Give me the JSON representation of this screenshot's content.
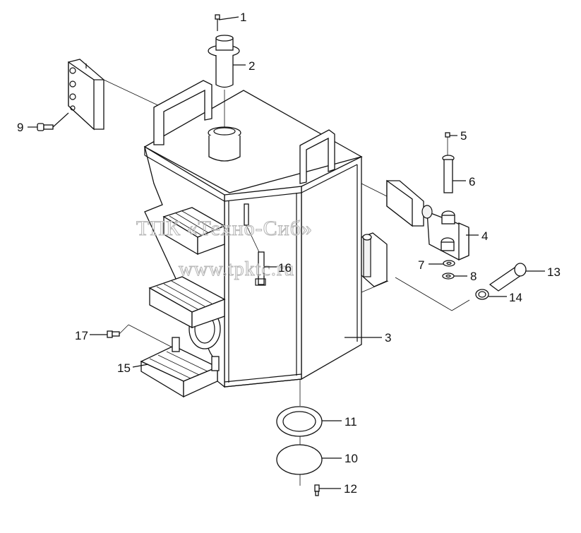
{
  "watermark": {
    "line1": "ТПК «Техно-Сиб»",
    "line2": "www.tpktc.ru"
  },
  "callouts": [
    {
      "id": "c1",
      "number": "1",
      "part": "bolt"
    },
    {
      "id": "c2",
      "number": "2",
      "part": "filler-neck-strainer"
    },
    {
      "id": "c3",
      "number": "3",
      "part": "fuel-tank-body"
    },
    {
      "id": "c4",
      "number": "4",
      "part": "hinge-leaf"
    },
    {
      "id": "c5",
      "number": "5",
      "part": "bolt"
    },
    {
      "id": "c6",
      "number": "6",
      "part": "hinge-pin"
    },
    {
      "id": "c7",
      "number": "7",
      "part": "washer"
    },
    {
      "id": "c8",
      "number": "8",
      "part": "washer"
    },
    {
      "id": "c9",
      "number": "9",
      "part": "bolt"
    },
    {
      "id": "c10",
      "number": "10",
      "part": "cover-plate"
    },
    {
      "id": "c11",
      "number": "11",
      "part": "gasket"
    },
    {
      "id": "c12",
      "number": "12",
      "part": "bolt"
    },
    {
      "id": "c13",
      "number": "13",
      "part": "pin"
    },
    {
      "id": "c14",
      "number": "14",
      "part": "o-ring"
    },
    {
      "id": "c15",
      "number": "15",
      "part": "step-ladder"
    },
    {
      "id": "c16",
      "number": "16",
      "part": "bracket"
    },
    {
      "id": "c17",
      "number": "17",
      "part": "bolt"
    }
  ]
}
